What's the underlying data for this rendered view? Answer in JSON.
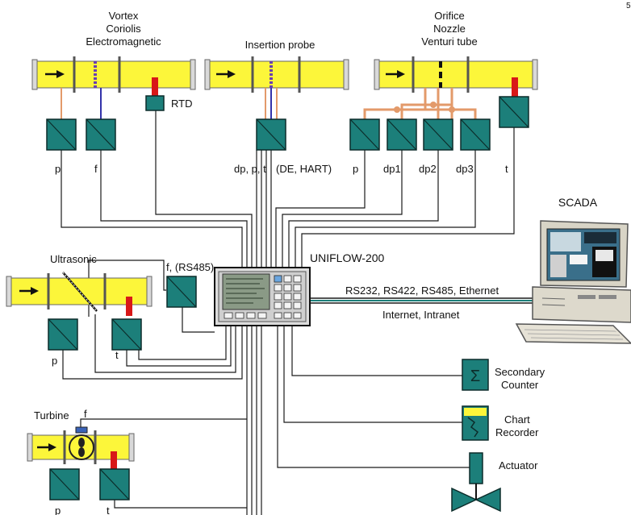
{
  "page_number": "5",
  "meters": {
    "vortex_group": [
      "Vortex",
      "Coriolis",
      "Electromagnetic"
    ],
    "insertion": "Insertion probe",
    "orifice_group": [
      "Orifice",
      "Nozzle",
      "Venturi tube"
    ],
    "ultrasonic": "Ultrasonic",
    "turbine": "Turbine"
  },
  "sensor_labels": {
    "rtd": "RTD",
    "p": "p",
    "f": "f",
    "t": "t",
    "dp1": "dp1",
    "dp2": "dp2",
    "dp3": "dp3",
    "insertion_signals": "dp, p, t",
    "insertion_protocol": "(DE, HART)",
    "ultrasonic_signal": "f, (RS485)"
  },
  "central_unit": {
    "name": "UNIFLOW-200"
  },
  "scada": {
    "title": "SCADA",
    "link_protocols": "RS232, RS422, RS485, Ethernet",
    "link_networks": "Internet, Intranet"
  },
  "outputs": {
    "secondary_counter": [
      "Secondary",
      "Counter"
    ],
    "chart_recorder": [
      "Chart",
      "Recorder"
    ],
    "actuator": "Actuator"
  },
  "colors": {
    "pipe": "#fcf63a",
    "transmitter": "#1c7f7a",
    "sensor_red": "#d81818",
    "impulse_line": "#e39a6a",
    "wire": "#1a1a1a"
  }
}
